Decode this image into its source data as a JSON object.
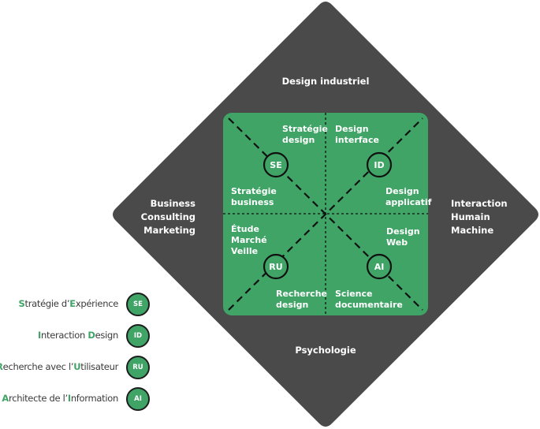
{
  "colors": {
    "diamond": "#4a4a4a",
    "square": "#3fa466",
    "line": "#111111",
    "text_light": "#ffffff",
    "legend_text": "#3a3a3a",
    "legend_highlight": "#3fa466"
  },
  "outer_labels": {
    "top": "Design industriel",
    "bottom": "Psychologie",
    "left": [
      "Business",
      "Consulting",
      "Marketing"
    ],
    "right": [
      "Interaction",
      "Humain",
      "Machine"
    ]
  },
  "quadrant_labels": {
    "strategie_design": [
      "Stratégie",
      "design"
    ],
    "design_interface": [
      "Design",
      "interface"
    ],
    "strategie_business": [
      "Stratégie",
      "business"
    ],
    "design_applicatif": [
      "Design",
      "applicatif"
    ],
    "etude_marche": [
      "Étude",
      "Marché",
      "Veille"
    ],
    "design_web": [
      "Design",
      "Web"
    ],
    "recherche_design": [
      "Recherche",
      "design"
    ],
    "science_documentaire": [
      "Science",
      "documentaire"
    ]
  },
  "nodes": {
    "se": "SE",
    "id": "ID",
    "ru": "RU",
    "ai": "AI"
  },
  "legend": [
    {
      "code": "SE",
      "parts": [
        {
          "t": "S",
          "hl": true
        },
        {
          "t": "tratégie d’",
          "hl": false
        },
        {
          "t": "E",
          "hl": true
        },
        {
          "t": "xpérience",
          "hl": false
        }
      ]
    },
    {
      "code": "ID",
      "parts": [
        {
          "t": "I",
          "hl": true
        },
        {
          "t": "nteraction ",
          "hl": false
        },
        {
          "t": "D",
          "hl": true
        },
        {
          "t": "esign",
          "hl": false
        }
      ]
    },
    {
      "code": "RU",
      "parts": [
        {
          "t": "R",
          "hl": true
        },
        {
          "t": "echerche avec l’",
          "hl": false
        },
        {
          "t": "U",
          "hl": true
        },
        {
          "t": "tilisateur",
          "hl": false
        }
      ]
    },
    {
      "code": "AI",
      "parts": [
        {
          "t": "A",
          "hl": true
        },
        {
          "t": "rchitecte de l’",
          "hl": false
        },
        {
          "t": "I",
          "hl": true
        },
        {
          "t": "nformation",
          "hl": false
        }
      ]
    }
  ]
}
